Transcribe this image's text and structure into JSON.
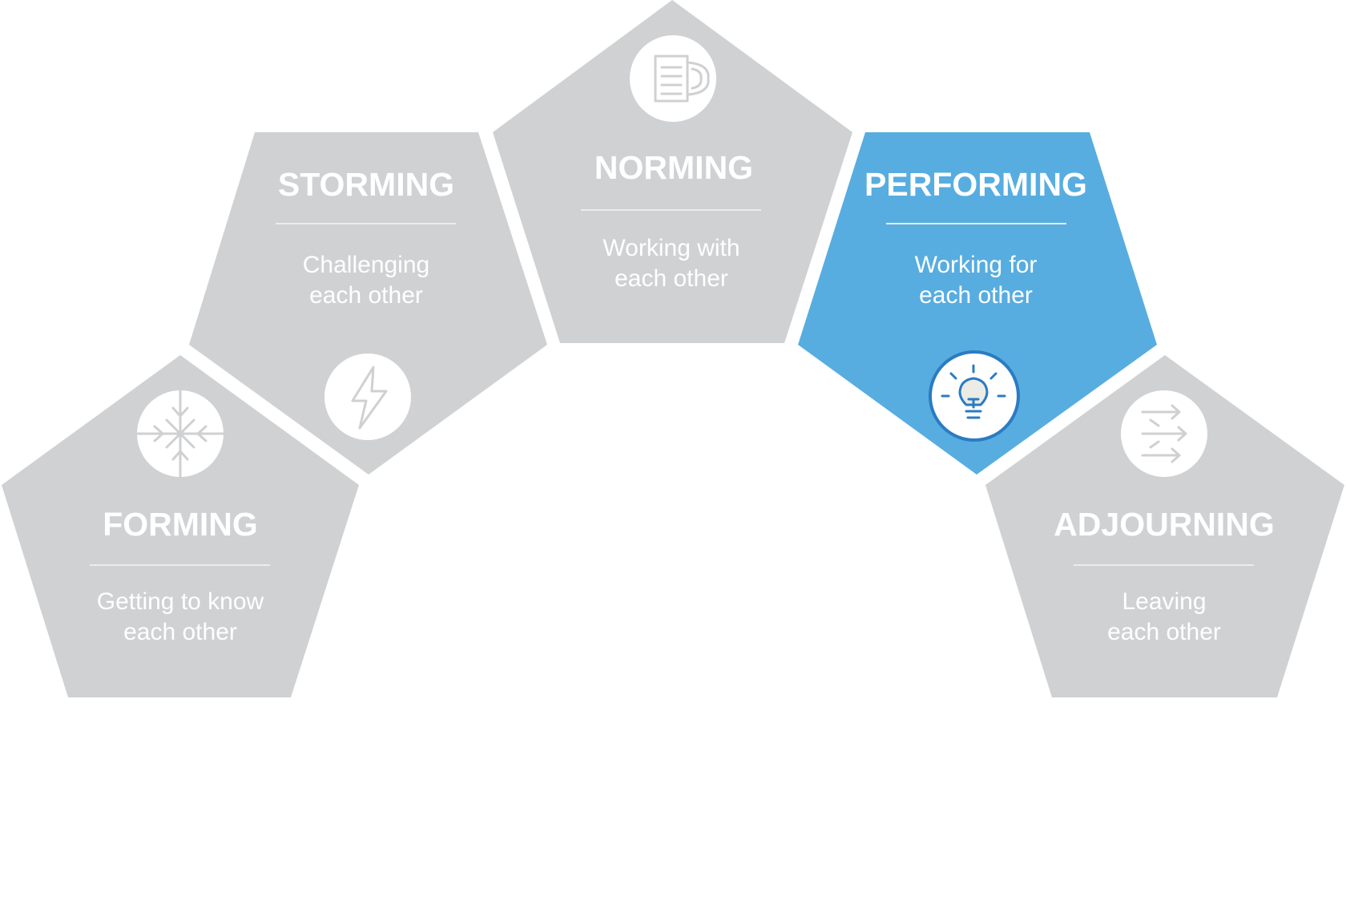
{
  "colors": {
    "inactive": "#d0d1d3",
    "active": "#57ade0",
    "active_icon": "#2b7bc3",
    "icon_stroke": "#cfd0d2",
    "text": "#ffffff",
    "divider": "#ececec"
  },
  "stages": [
    {
      "id": "forming",
      "title": "FORMING",
      "subtitle_line1": "Getting to know",
      "subtitle_line2": "each other",
      "icon": "arrows-inward-icon",
      "active": false
    },
    {
      "id": "storming",
      "title": "STORMING",
      "subtitle_line1": "Challenging",
      "subtitle_line2": "each other",
      "icon": "lightning-bolt-icon",
      "active": false
    },
    {
      "id": "norming",
      "title": "NORMING",
      "subtitle_line1": "Working with",
      "subtitle_line2": "each other",
      "icon": "chat-bubbles-icon",
      "active": false
    },
    {
      "id": "performing",
      "title": "PERFORMING",
      "subtitle_line1": "Working for",
      "subtitle_line2": "each other",
      "icon": "lightbulb-icon",
      "active": true
    },
    {
      "id": "adjourning",
      "title": "ADJOURNING",
      "subtitle_line1": "Leaving",
      "subtitle_line2": "each other",
      "icon": "arrows-outward-icon",
      "active": false
    }
  ]
}
